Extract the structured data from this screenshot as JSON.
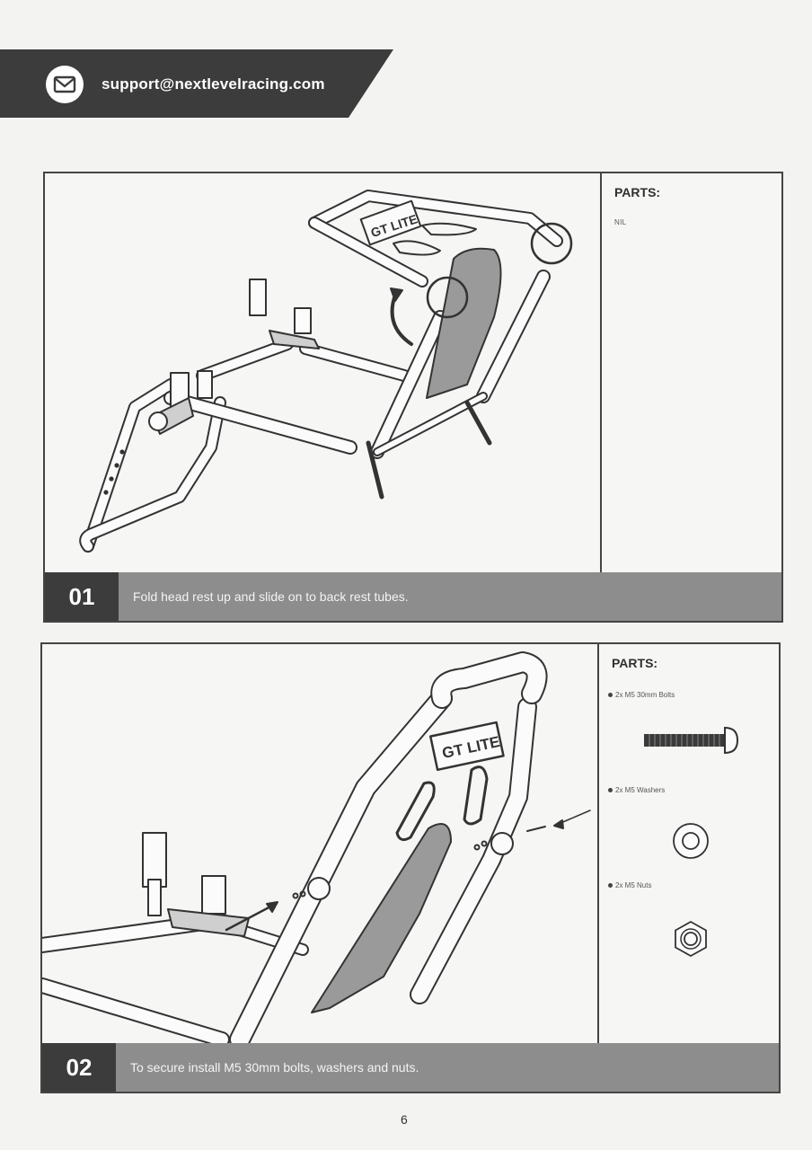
{
  "header": {
    "email": "support@nextlevelracing.com",
    "icon": "envelope-icon"
  },
  "steps": [
    {
      "number": "01",
      "instruction": "Fold head rest up and slide on to back rest tubes.",
      "parts_title": "PARTS:",
      "parts_none": "NIL",
      "illustration_logo": "GT LITE"
    },
    {
      "number": "02",
      "instruction": "To secure install M5 30mm bolts, washers and nuts.",
      "parts_title": "PARTS:",
      "parts": [
        {
          "label": "2x M5 30mm Bolts",
          "icon": "bolt-icon"
        },
        {
          "label": "2x M5 Washers",
          "icon": "washer-icon"
        },
        {
          "label": "2x M5 Nuts",
          "icon": "nut-icon"
        }
      ],
      "illustration_logo": "GT LITE"
    }
  ],
  "page_number": "6",
  "colors": {
    "banner": "#3c3c3c",
    "step_bar": "#8d8d8d",
    "step_number_box": "#3c3c3c",
    "seat_panel": "#9a9a9a"
  }
}
